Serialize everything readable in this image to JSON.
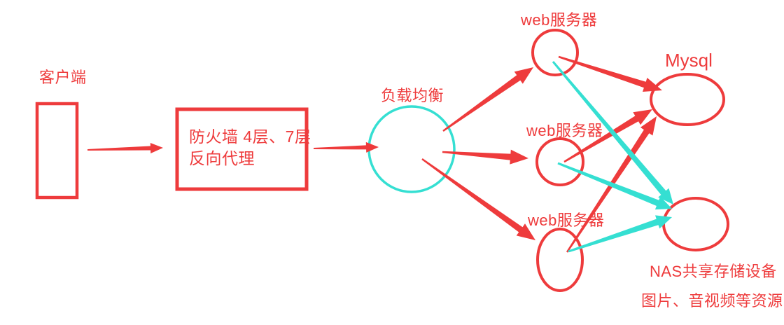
{
  "diagram": {
    "title": "web-architecture-topology",
    "colors": {
      "red": "#ee3b3c",
      "cyan": "#35dfd2",
      "background": "#ffffff"
    },
    "nodes": {
      "client": {
        "label": "客户端",
        "shape": "rectangle"
      },
      "firewall": {
        "label_line1": "防火墙 4层、7层",
        "label_line2": "反向代理",
        "shape": "rectangle"
      },
      "load_balancer": {
        "label": "负载均衡",
        "shape": "circle"
      },
      "web_server_1": {
        "label": "web服务器",
        "shape": "circle"
      },
      "web_server_2": {
        "label": "web服务器",
        "shape": "circle"
      },
      "web_server_3": {
        "label": "web服务器",
        "shape": "ellipse"
      },
      "mysql": {
        "label": "Mysql",
        "shape": "ellipse"
      },
      "nas": {
        "label": "NAS共享存储设备",
        "sublabel": "图片、音视频等资源",
        "shape": "ellipse"
      }
    },
    "edges": [
      {
        "id": "e1",
        "from": "client",
        "to": "firewall",
        "color": "red"
      },
      {
        "id": "e2",
        "from": "firewall",
        "to": "load_balancer",
        "color": "red"
      },
      {
        "id": "e3",
        "from": "load_balancer",
        "to": "web_server_1",
        "color": "red"
      },
      {
        "id": "e4",
        "from": "load_balancer",
        "to": "web_server_2",
        "color": "red"
      },
      {
        "id": "e5",
        "from": "load_balancer",
        "to": "web_server_3",
        "color": "red"
      },
      {
        "id": "e6",
        "from": "web_server_1",
        "to": "mysql",
        "color": "red"
      },
      {
        "id": "e7",
        "from": "web_server_2",
        "to": "mysql",
        "color": "red"
      },
      {
        "id": "e8",
        "from": "web_server_3",
        "to": "mysql",
        "color": "red"
      },
      {
        "id": "e9",
        "from": "web_server_1",
        "to": "nas",
        "color": "cyan"
      },
      {
        "id": "e10",
        "from": "web_server_2",
        "to": "nas",
        "color": "cyan"
      },
      {
        "id": "e11",
        "from": "web_server_3",
        "to": "nas",
        "color": "cyan"
      }
    ]
  }
}
